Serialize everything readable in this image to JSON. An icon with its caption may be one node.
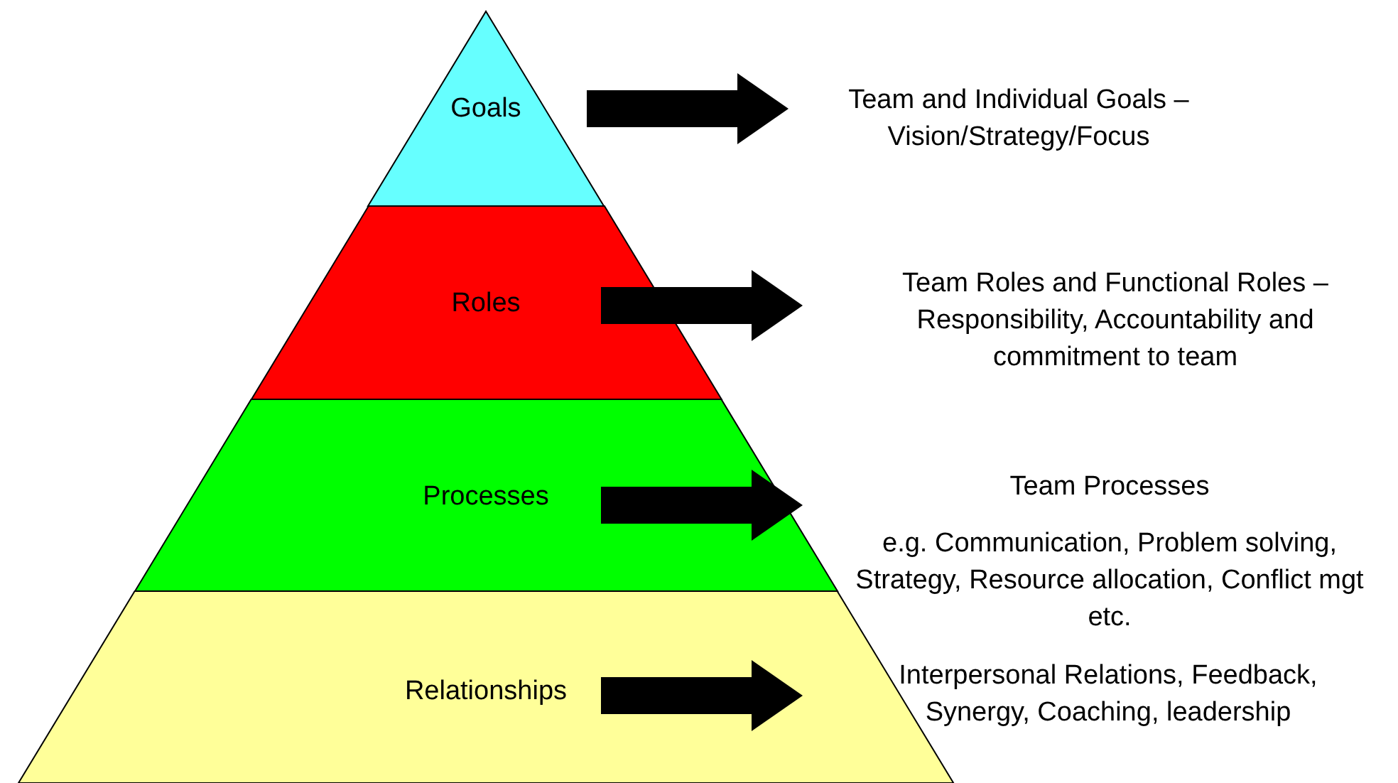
{
  "diagram": {
    "nodes": [
      {
        "text": [
          "Goals"
        ]
      },
      {
        "text": [
          "Roles"
        ]
      },
      {
        "text": [
          "Processes"
        ]
      },
      {
        "text": [
          "Relationships"
        ]
      },
      {
        "text": [
          "Team and Individual Goals – Vision/Strategy/Focus"
        ]
      },
      {
        "text": [
          "Team Roles and Functional Roles – Responsibility, Accountability and commitment to team"
        ]
      },
      {
        "text": [
          "Team Processes",
          "e.g. Communication, Problem solving, Strategy, Resource allocation, Conflict mgt etc."
        ]
      },
      {
        "text": [
          "Interpersonal Relations, Feedback, Synergy, Coaching, leadership"
        ]
      }
    ],
    "edges": [
      {
        "from": 0,
        "to": 4,
        "arrow": "to"
      },
      {
        "from": 1,
        "to": 5,
        "arrow": "to"
      },
      {
        "from": 2,
        "to": 6,
        "arrow": "to"
      },
      {
        "from": 3,
        "to": 7,
        "arrow": "to"
      }
    ]
  }
}
